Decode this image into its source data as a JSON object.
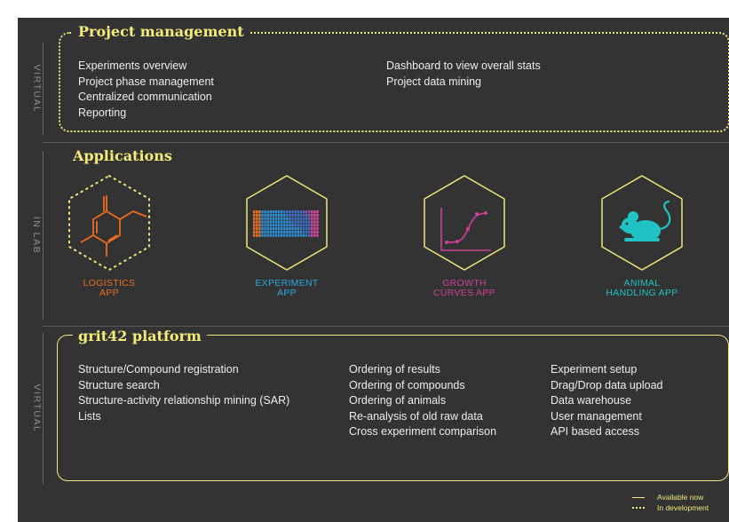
{
  "side_labels": {
    "top": "VIRTUAL",
    "middle": "IN LAB",
    "bottom": "VIRTUAL"
  },
  "project_management": {
    "title": "Project management",
    "col1": [
      "Experiments overview",
      "Project phase management",
      "Centralized communication",
      "Reporting"
    ],
    "col2": [
      "Dashboard to view overall stats",
      "Project data mining"
    ]
  },
  "applications": {
    "title": "Applications",
    "apps": [
      {
        "line1": "LOGISTICS",
        "line2": "APP",
        "color": "#ee6c22",
        "icon": "molecule-icon"
      },
      {
        "line1": "EXPERIMENT",
        "line2": "APP",
        "color": "#27a9e1",
        "icon": "plate-grid-icon"
      },
      {
        "line1": "GROWTH",
        "line2": "CURVES APP",
        "color": "#cf3f9b",
        "icon": "growth-curve-icon"
      },
      {
        "line1": "ANIMAL",
        "line2": "HANDLING APP",
        "color": "#21c2c4",
        "icon": "mouse-icon"
      }
    ]
  },
  "platform": {
    "title": "grit42 platform",
    "col1": [
      "Structure/Compound registration",
      "Structure search",
      "Structure-activity relationship mining (SAR)",
      "Lists"
    ],
    "col2": [
      "Ordering of results",
      "Ordering of compounds",
      "Ordering of animals",
      "Re-analysis of old raw data",
      "Cross experiment comparison"
    ],
    "col3": [
      "Experiment setup",
      "Drag/Drop data upload",
      "Data warehouse",
      "User management",
      "API based access"
    ]
  },
  "legend": {
    "available": "Available now",
    "development": "In development"
  },
  "colors": {
    "accent": "#f2e77a",
    "background": "#333333"
  }
}
